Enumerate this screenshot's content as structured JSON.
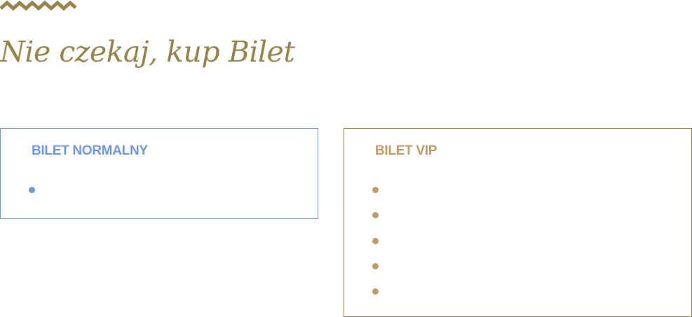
{
  "header": {
    "title": "Nie czekaj, kup Bilet",
    "decoration_icon": "zigzag-icon"
  },
  "colors": {
    "gold": "#97844a",
    "blue": "#6f97e6",
    "vip": "#c09a68"
  },
  "tickets": {
    "normal": {
      "label": "BILET NORMALNY",
      "bullet_count": 1
    },
    "vip": {
      "label": "BILET VIP",
      "bullet_count": 5
    }
  }
}
